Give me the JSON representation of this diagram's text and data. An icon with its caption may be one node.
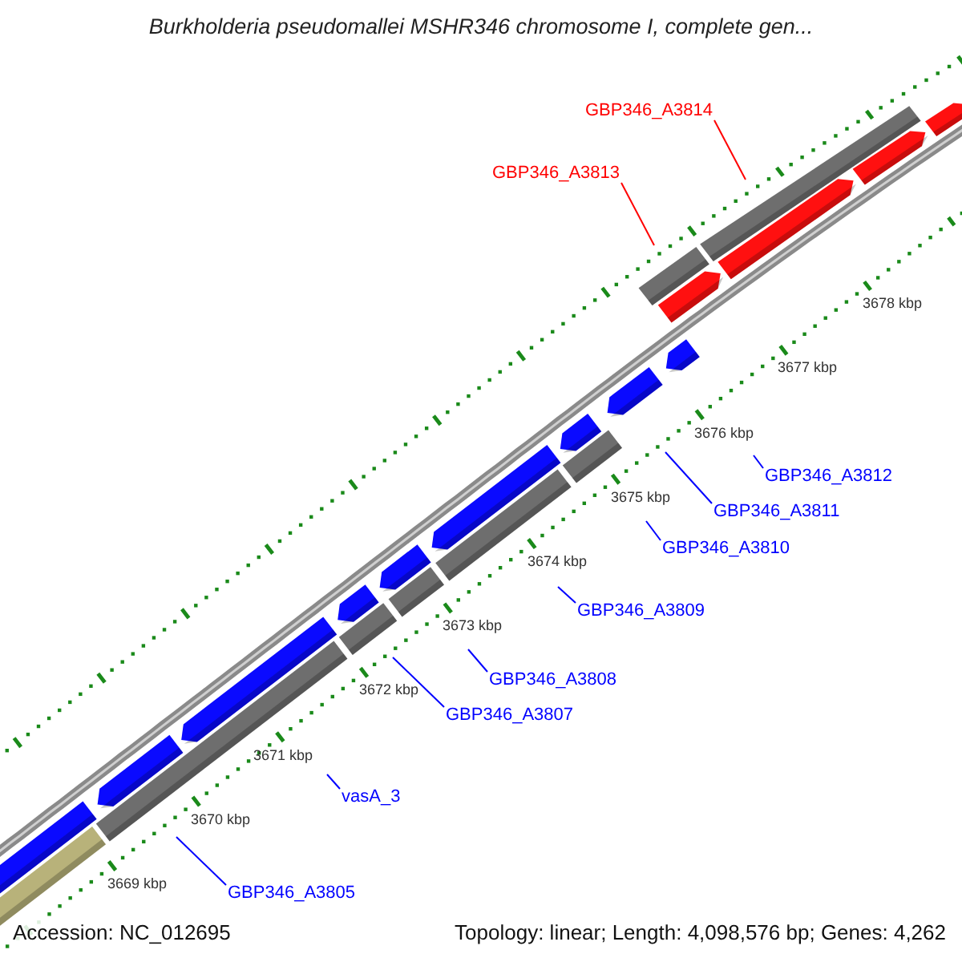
{
  "diagram": {
    "title": "Burkholderia pseudomallei MSHR346 chromosome I, complete gen...",
    "nodes": [
      {
        "text": [
          "GBP346_A3814"
        ]
      },
      {
        "text": [
          "GBP346_A3813"
        ]
      },
      {
        "text": [
          "GBP346_A3812"
        ]
      },
      {
        "text": [
          "GBP346_A3811"
        ]
      },
      {
        "text": [
          "GBP346_A3810"
        ]
      },
      {
        "text": [
          "GBP346_A3809"
        ]
      },
      {
        "text": [
          "GBP346_A3808"
        ]
      },
      {
        "text": [
          "GBP346_A3807"
        ]
      },
      {
        "text": [
          "vasA_3"
        ]
      },
      {
        "text": [
          "GBP346_A3805"
        ]
      }
    ],
    "edges": [
      {
        "from": 0,
        "to": null,
        "arrow": "none",
        "color": "#ff0000"
      },
      {
        "from": 1,
        "to": null,
        "arrow": "none",
        "color": "#ff0000"
      },
      {
        "from": 2,
        "to": null,
        "arrow": "none"
      },
      {
        "from": 3,
        "to": null,
        "arrow": "none"
      },
      {
        "from": 4,
        "to": null,
        "arrow": "none"
      },
      {
        "from": 5,
        "to": null,
        "arrow": "none"
      },
      {
        "from": 6,
        "to": null,
        "arrow": "none"
      },
      {
        "from": 7,
        "to": null,
        "arrow": "none"
      },
      {
        "from": 8,
        "to": null,
        "arrow": "none"
      },
      {
        "from": 9,
        "to": null,
        "arrow": "none"
      }
    ],
    "labels": [
      "3678 kbp",
      "3677 kbp",
      "3676 kbp",
      "3675 kbp",
      "3674 kbp",
      "3673 kbp",
      "3672 kbp",
      "3671 kbp",
      "3670 kbp",
      "3669 kbp",
      "Accession: NC_012695",
      "Topology: linear; Length: 4,098,576 bp; Genes: 4,262"
    ]
  }
}
